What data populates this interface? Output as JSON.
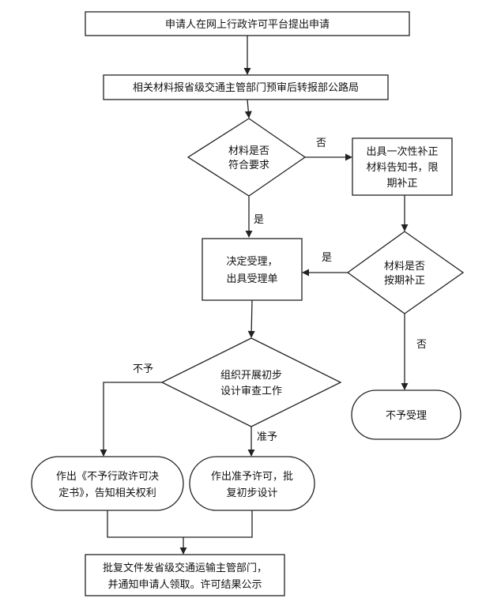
{
  "nodes": {
    "apply": "申请人在网上行政许可平台提出申请",
    "forward": "相关材料报省级交通主管部门预审后转报部公路局",
    "check_materials": [
      "材料是否",
      "符合要求"
    ],
    "supplement_notice": [
      "出具一次性补正",
      "材料告知书，限",
      "期补正"
    ],
    "check_on_time": [
      "材料是否",
      "按期补正"
    ],
    "accept": [
      "决定受理，",
      "出具受理单"
    ],
    "review": [
      "组织开展初步",
      "设计审查工作"
    ],
    "reject_accept": "不予受理",
    "deny_decision": [
      "作出《不予行政许可决",
      "定书》，告知相关权利"
    ],
    "approve_decision": [
      "作出准予许可，批",
      "复初步设计"
    ],
    "final": [
      "批复文件发省级交通运输主管部门，",
      "并通知申请人领取。许可结果公示"
    ]
  },
  "edges": {
    "no_1": "否",
    "yes_1": "是",
    "yes_2": "是",
    "no_2": "否",
    "deny": "不予",
    "approve": "准予"
  }
}
